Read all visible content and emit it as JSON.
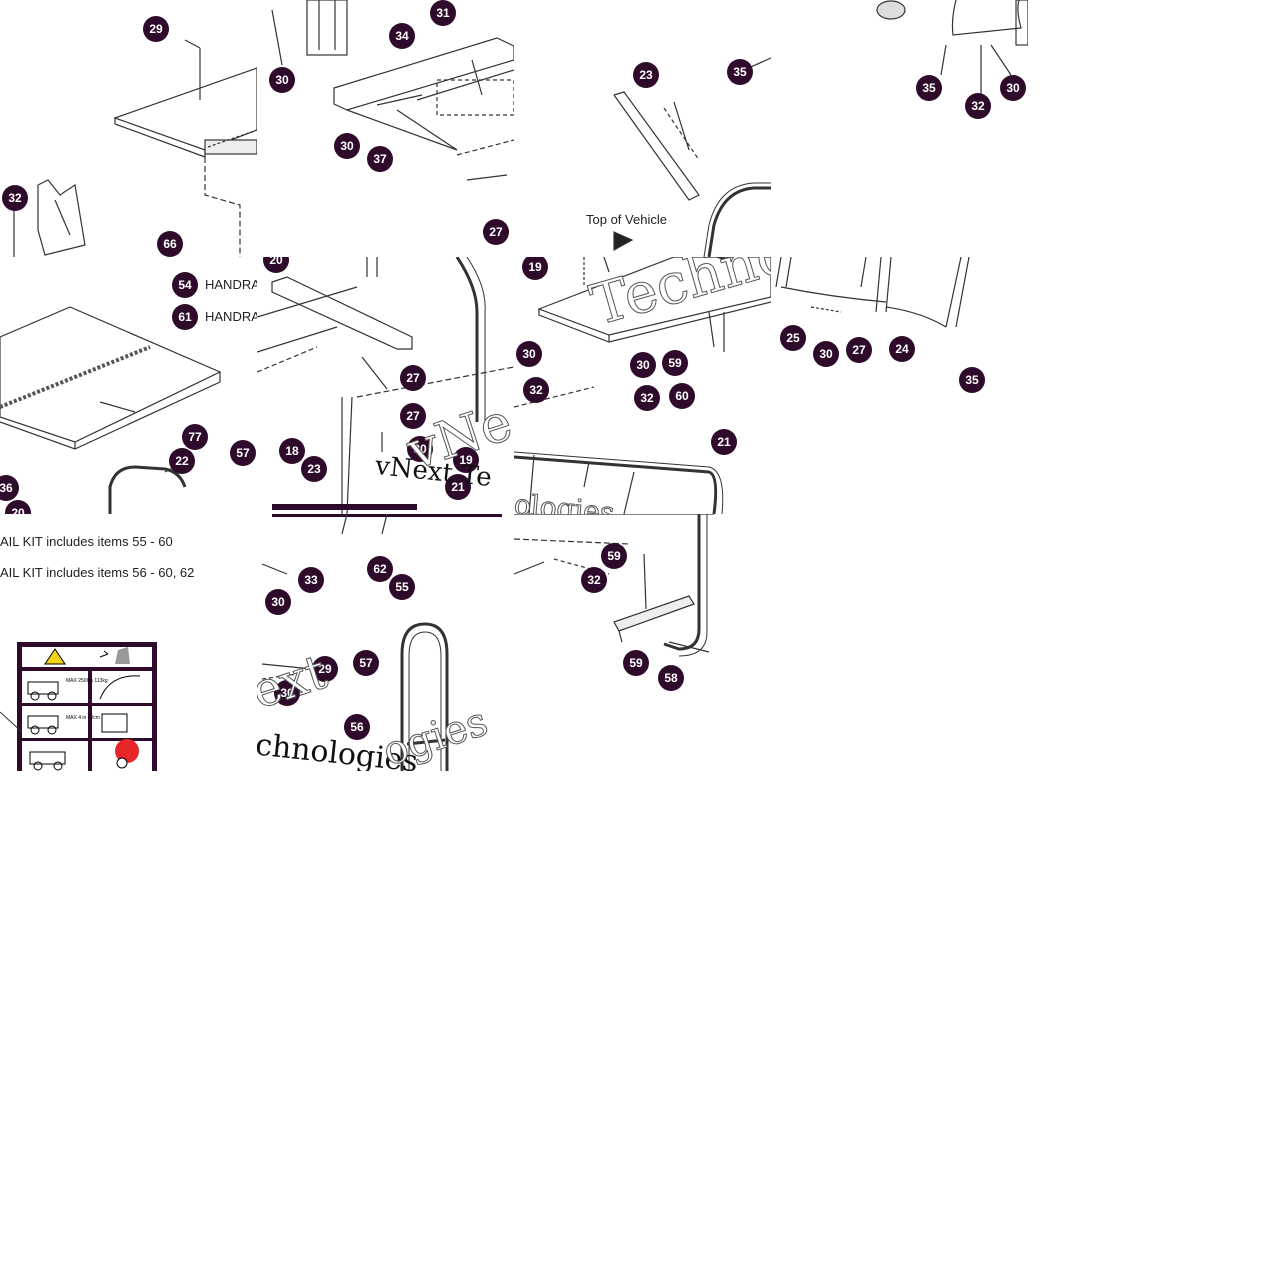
{
  "callouts": {
    "t00": [
      "29",
      "32",
      "66"
    ],
    "t01": [
      "31",
      "34",
      "30",
      "30",
      "37",
      "27"
    ],
    "t02": [
      "23",
      "35",
      "19"
    ],
    "t03": [
      "35",
      "32",
      "30"
    ],
    "t10": [
      "54",
      "61",
      "77",
      "22",
      "57",
      "36",
      "20"
    ],
    "t11": [
      "20",
      "27",
      "27",
      "18",
      "23",
      "30",
      "19",
      "21"
    ],
    "t12": [
      "30",
      "32",
      "30",
      "59",
      "32",
      "60",
      "21"
    ],
    "t13": [
      "25",
      "30",
      "27",
      "24",
      "35"
    ],
    "t21": [
      "33",
      "30",
      "62",
      "55",
      "57",
      "29",
      "30",
      "56"
    ],
    "t22": [
      "59",
      "32",
      "59",
      "58"
    ]
  },
  "labels": {
    "top_of_vehicle": "Top of Vehicle",
    "handrail_54": "HANDRA",
    "handrail_61": "HANDRA",
    "kit_line_1": "AIL KIT includes items 55 - 60",
    "kit_line_2": "AIL KIT includes items 56 - 60, 62"
  },
  "watermarks": {
    "techno": "Techno",
    "vnext": "vNext Te",
    "vnext_big": "vNe",
    "ologies": "ologies",
    "next": "ext",
    "technologies": "chnologies",
    "logies": "ogies"
  },
  "warning_label": {
    "max_load_1": "MAX 250lbs 113kg",
    "max_load_2": "MAX 4 in 10cm"
  },
  "colors": {
    "callout_bg": "#2e0b2b",
    "label_bg": "#2e0b2b",
    "warning_yellow": "#f2d21b",
    "warning_red": "#e8262a"
  }
}
